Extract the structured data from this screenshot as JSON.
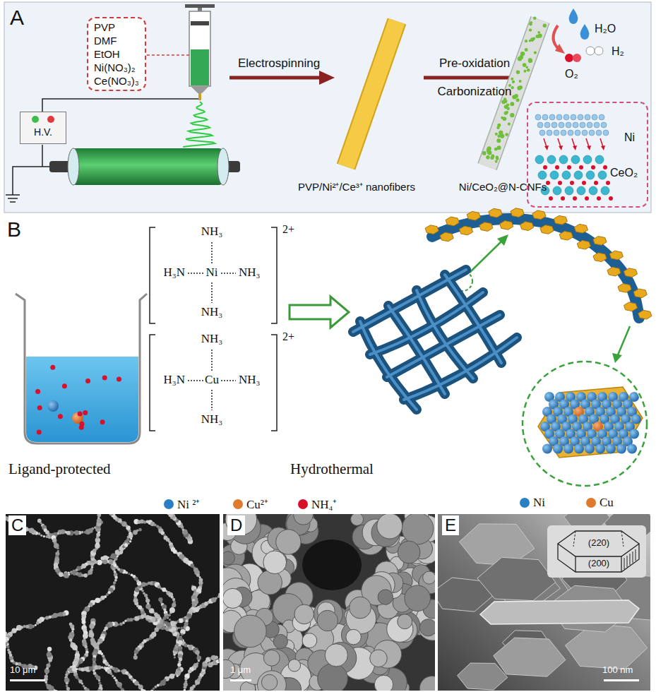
{
  "diagram": {
    "nodes": [
      {
        "text": [
          "PVP",
          "DMF",
          "EtOH",
          "Ni(NO₃)₂",
          "Ce(NO₃)₃"
        ]
      },
      {
        "text": [
          "H.V."
        ]
      },
      {
        "text": [
          "Ni",
          "CeO₂"
        ]
      }
    ],
    "labels": [
      "A",
      "Electrospinning",
      "Pre-oxidation",
      "Carbonization",
      "PVP/Ni²⁺/Ce³⁺ nanofibers",
      "Ni/CeO₂@N-CNFs",
      "H₂O",
      "H₂",
      "O₂",
      "B",
      "NH₃",
      "H₃N",
      "Ni",
      "NH₃",
      "NH₃",
      "2+",
      "NH₃",
      "H₃N",
      "Cu",
      "NH₃",
      "NH₃",
      "2+",
      "Ligand-protected",
      "Hydrothermal",
      "C",
      "10 μm",
      "D",
      "1 μm",
      "E",
      "100 nm",
      "(220)",
      "(200)"
    ],
    "legend": [
      {
        "text": "Ni ²⁺",
        "color": "#2a7fc4"
      },
      {
        "text": "Cu²⁺",
        "color": "#e07a2e"
      },
      {
        "text": "NH₄⁺",
        "color": "#d8102c"
      },
      {
        "text": "Ni",
        "color": "#2a7fc4"
      },
      {
        "text": "Cu",
        "color": "#e07a2e"
      }
    ]
  }
}
